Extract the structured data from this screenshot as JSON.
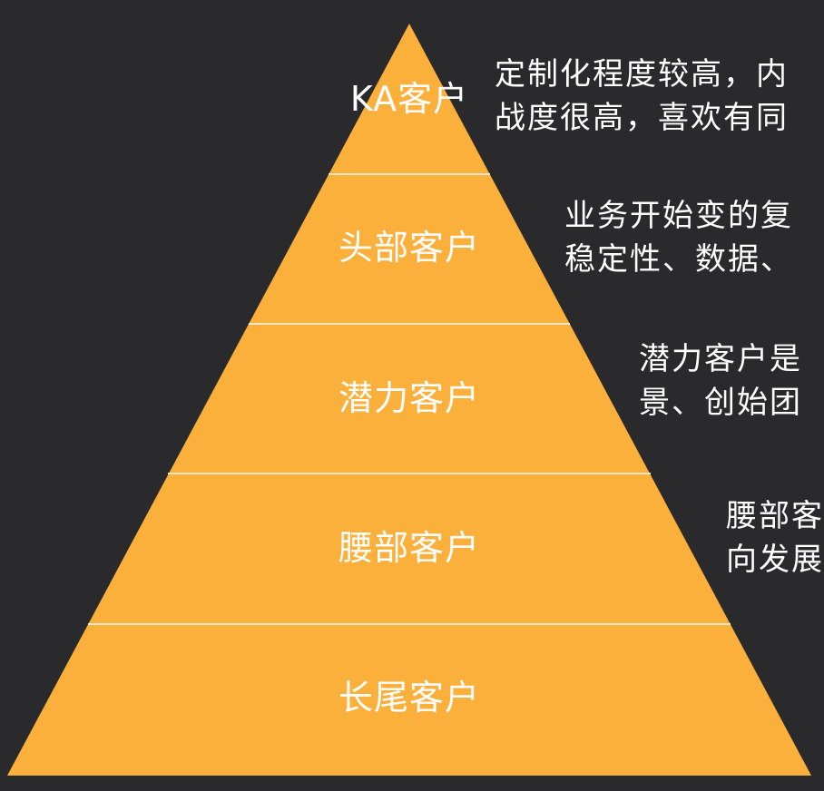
{
  "diagram": {
    "colors": {
      "background": "#2a2a2c",
      "tier_fill": "#fbb03b",
      "separator": "#f4e6c8",
      "text": "#ffffff"
    },
    "tiers": [
      {
        "label": "KA客户",
        "description": [
          "定制化程度较高，内",
          "战度很高，喜欢有同"
        ]
      },
      {
        "label": "头部客户",
        "description": [
          "业务开始变的复",
          "稳定性、数据、"
        ]
      },
      {
        "label": "潜力客户",
        "description": [
          "潜力客户是",
          "景、创始团"
        ]
      },
      {
        "label": "腰部客户",
        "description": [
          "腰部客",
          "向发展"
        ]
      },
      {
        "label": "长尾客户",
        "description": [
          "",
          ""
        ]
      }
    ]
  }
}
